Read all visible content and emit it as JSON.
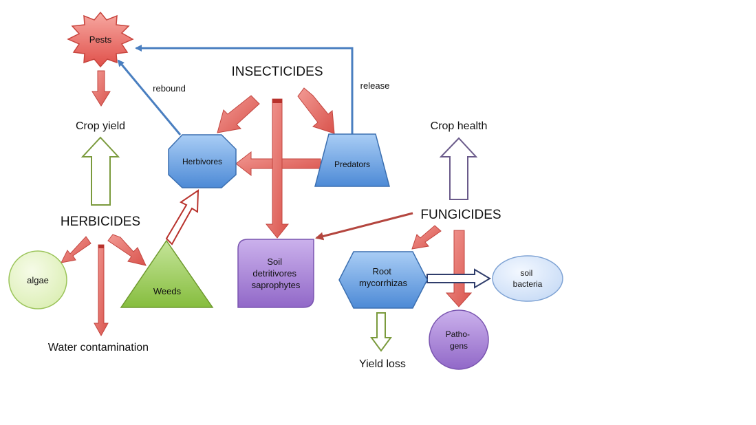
{
  "nodes": {
    "pests": "Pests",
    "crop_yield": "Crop yield",
    "herbicides": "HERBICIDES",
    "algae": "algae",
    "water_contamination": "Water contamination",
    "weeds": "Weeds",
    "herbivores": "Herbivores",
    "insecticides": "INSECTICIDES",
    "predators": "Predators",
    "soil_lines": [
      "Soil",
      "detritivores",
      "saprophytes"
    ],
    "crop_health": "Crop health",
    "fungicides": "FUNGICIDES",
    "root_lines": [
      "Root",
      "mycorrhizas"
    ],
    "soil_bacteria_lines": [
      "soil",
      "bacteria"
    ],
    "pathogens_lines": [
      "Patho-",
      "gens"
    ],
    "yield_loss": "Yield loss"
  },
  "edge_labels": {
    "rebound": "rebound",
    "release": "release"
  },
  "colors": {
    "red_arrow": "#e2655f",
    "blue_arrow": "#4a7fc0",
    "green_outline": "#7a9a3c",
    "purple_outline": "#6a5a8a",
    "navy_outline": "#2f3d6b",
    "blue_shape": "#6aa2e0",
    "purple_shape": "#a67fd4",
    "green_shape": "#9acb52",
    "algae_fill": "#eaf6cf",
    "bacteria_fill": "#dde9fa"
  }
}
